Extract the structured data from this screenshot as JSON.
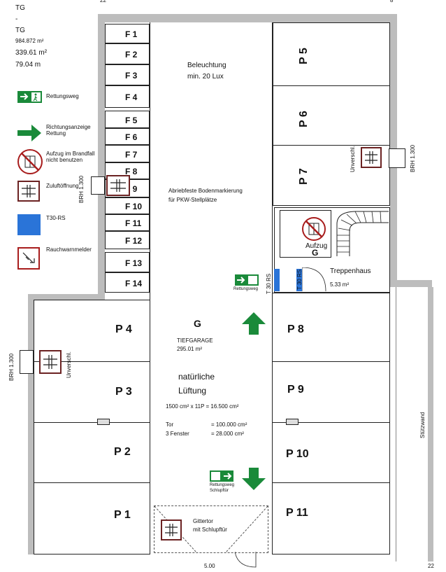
{
  "header": {
    "line1": "TG",
    "line2": "-",
    "line3": "TG",
    "area1": "984.872 m²",
    "area2": "339.61 m²",
    "length": "79.04 m",
    "top_mark": "22",
    "top_mark_right": "8"
  },
  "legend": {
    "rettungsweg": "Rettungsweg",
    "richtung": "Richtungsanzeige Rettung",
    "aufzug": "Aufzug im Brandfall nicht benutzen",
    "zuluft": "Zuluftöffnung",
    "t30": "T30-RS",
    "rauch": "Rauchwarnmelder"
  },
  "stalls_f": [
    "F 1",
    "F 2",
    "F 3",
    "F 4",
    "F 5",
    "F 6",
    "F 7",
    "F 8",
    "F 9",
    "F 10",
    "F 11",
    "F 12",
    "F 13",
    "F 14"
  ],
  "stalls_p_left": [
    "P 4",
    "P 3",
    "P 2",
    "P 1"
  ],
  "stalls_p_right": [
    "P 8",
    "P 9",
    "P 10",
    "P 11"
  ],
  "stalls_p_top": [
    "P 5",
    "P 6",
    "P 7"
  ],
  "annotations": {
    "beleuchtung": "Beleuchtung",
    "beleuchtung2": "min. 20 Lux",
    "boden1": "Abriebfeste Bodenmarkierung",
    "boden2": "für PKW-Stellplätze",
    "g_label": "G",
    "tiefgarage": "TIEFGARAGE",
    "tiefgarage_area": "295.01 m²",
    "lueftung1": "natürliche",
    "lueftung2": "Lüftung",
    "calc": "1500 cm²  x 11P = 16.500 cm²",
    "tor_label": "Tor",
    "tor_val": "= 100.000 cm²",
    "fenster_label": "3 Fenster",
    "fenster_val": "=   28.000 cm²",
    "rettungsweg_top": "Rettungsweg",
    "rettungsweg_bottom": "Rettungsweg",
    "schlupftuer": "Schlupftür",
    "gittertor1": "Gittertor",
    "gittertor2": "mit Schlupftür",
    "aufzug": "Aufzug",
    "aufzug_g": "G",
    "treppenhaus": "Treppenhaus",
    "treppenhaus_area": "5.33 m²",
    "t30rs_a": "T 30 RS",
    "t30rs_b": "T 30 RS",
    "brh_left": "BRH 1.300",
    "brh_mid": "BRH 1.300",
    "brh_right": "BRH 1.300",
    "unverschl_left": "Unverschl.",
    "unverschl_right": "Unverschl.",
    "stuetzwand": "Stützwand",
    "bottom_dim": "5.00",
    "bottom_right": "22"
  },
  "colors": {
    "green": "#1a8a3a",
    "blue": "#2a74d8",
    "red": "#a81d1d",
    "wall": "#bdbdbd"
  }
}
